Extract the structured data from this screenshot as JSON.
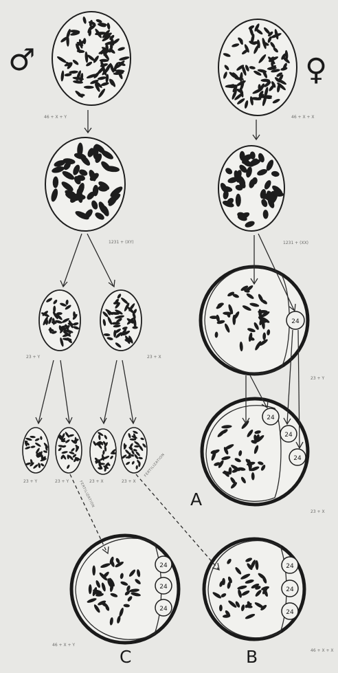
{
  "symbols": {
    "male": "♂",
    "female": "♀"
  },
  "captions": {
    "m_top": "46 + X + Y",
    "f_top": "46 + X + X",
    "m_mid": "1231 + (XY)",
    "f_mid": "1231 + (XX)",
    "m_half_left": "23 + Y",
    "m_half_right": "23 + X",
    "f_polar": "23 + Y",
    "m_sperm_1": "23 + Y",
    "m_sperm_2": "23 + Y",
    "m_sperm_3": "23 + X",
    "m_sperm_4": "23 + X",
    "f_egg": "23 + X",
    "zygote_c": "46 + X + Y",
    "zygote_b": "46 + X + X"
  },
  "fertilization_label": "FERTILIZATION",
  "polar_body_label": "24",
  "panel_labels": {
    "a": "A",
    "b": "B",
    "c": "C"
  }
}
